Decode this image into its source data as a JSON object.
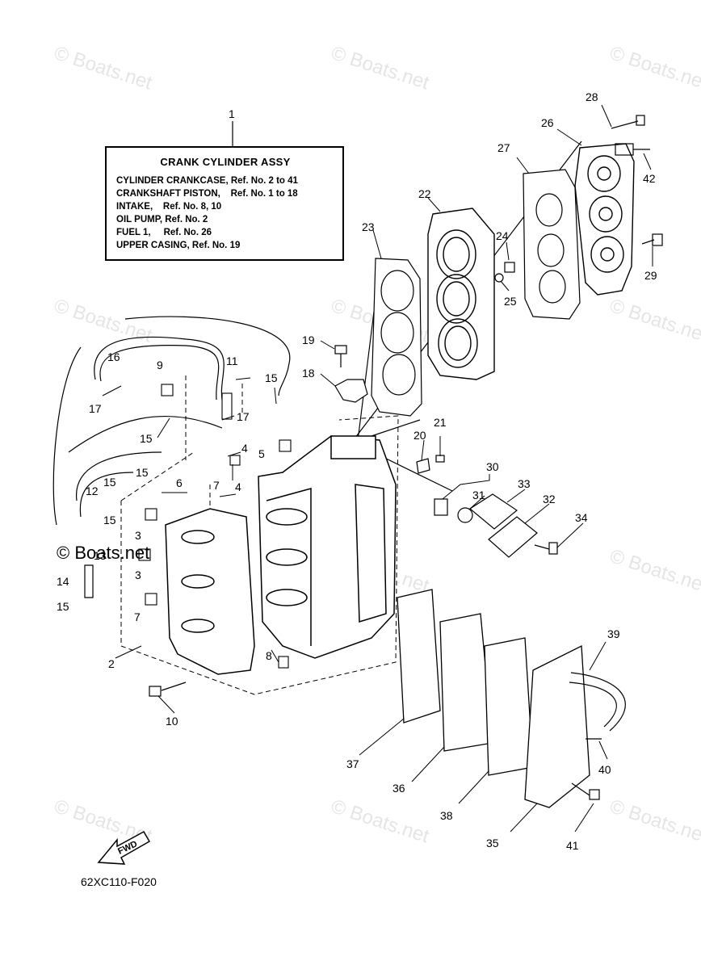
{
  "reference_box": {
    "title": "CRANK CYLINDER ASSY",
    "lines": [
      "CYLINDER CRANKCASE, Ref. No. 2 to 41",
      "CRANKSHAFT PISTON,    Ref. No. 1 to 18",
      "INTAKE,    Ref. No. 8, 10",
      "OIL PUMP, Ref. No. 2",
      "FUEL 1,     Ref. No. 26",
      "UPPER CASING, Ref. No. 19"
    ]
  },
  "drawing_number": "62XC110-F020",
  "fwd_label": "FWD",
  "watermark": "© Boats.net",
  "callouts": [
    {
      "id": "c1",
      "label": "1"
    },
    {
      "id": "c28",
      "label": "28"
    },
    {
      "id": "c26",
      "label": "26"
    },
    {
      "id": "c27",
      "label": "27"
    },
    {
      "id": "c42",
      "label": "42"
    },
    {
      "id": "c22",
      "label": "22"
    },
    {
      "id": "c23",
      "label": "23"
    },
    {
      "id": "c24",
      "label": "24"
    },
    {
      "id": "c29",
      "label": "29"
    },
    {
      "id": "c25",
      "label": "25"
    },
    {
      "id": "c19",
      "label": "19"
    },
    {
      "id": "c18",
      "label": "18"
    },
    {
      "id": "c16",
      "label": "16"
    },
    {
      "id": "c9",
      "label": "9"
    },
    {
      "id": "c11",
      "label": "11"
    },
    {
      "id": "c15a",
      "label": "15"
    },
    {
      "id": "c17a",
      "label": "17"
    },
    {
      "id": "c17b",
      "label": "17"
    },
    {
      "id": "c15b",
      "label": "15"
    },
    {
      "id": "c4a",
      "label": "4"
    },
    {
      "id": "c5",
      "label": "5"
    },
    {
      "id": "c15c",
      "label": "15"
    },
    {
      "id": "c7a",
      "label": "7"
    },
    {
      "id": "c4b",
      "label": "4"
    },
    {
      "id": "c6",
      "label": "6"
    },
    {
      "id": "c21",
      "label": "21"
    },
    {
      "id": "c20",
      "label": "20"
    },
    {
      "id": "c30",
      "label": "30"
    },
    {
      "id": "c31",
      "label": "31"
    },
    {
      "id": "c33",
      "label": "33"
    },
    {
      "id": "c32",
      "label": "32"
    },
    {
      "id": "c34",
      "label": "34"
    },
    {
      "id": "c15d",
      "label": "15"
    },
    {
      "id": "c12",
      "label": "12"
    },
    {
      "id": "c15e",
      "label": "15"
    },
    {
      "id": "c3a",
      "label": "3"
    },
    {
      "id": "c13",
      "label": "13"
    },
    {
      "id": "c3b",
      "label": "3"
    },
    {
      "id": "c14",
      "label": "14"
    },
    {
      "id": "c15f",
      "label": "15"
    },
    {
      "id": "c7b",
      "label": "7"
    },
    {
      "id": "c8",
      "label": "8"
    },
    {
      "id": "c2",
      "label": "2"
    },
    {
      "id": "c10",
      "label": "10"
    },
    {
      "id": "c39",
      "label": "39"
    },
    {
      "id": "c40",
      "label": "40"
    },
    {
      "id": "c37",
      "label": "37"
    },
    {
      "id": "c36",
      "label": "36"
    },
    {
      "id": "c38",
      "label": "38"
    },
    {
      "id": "c35",
      "label": "35"
    },
    {
      "id": "c41",
      "label": "41"
    }
  ]
}
